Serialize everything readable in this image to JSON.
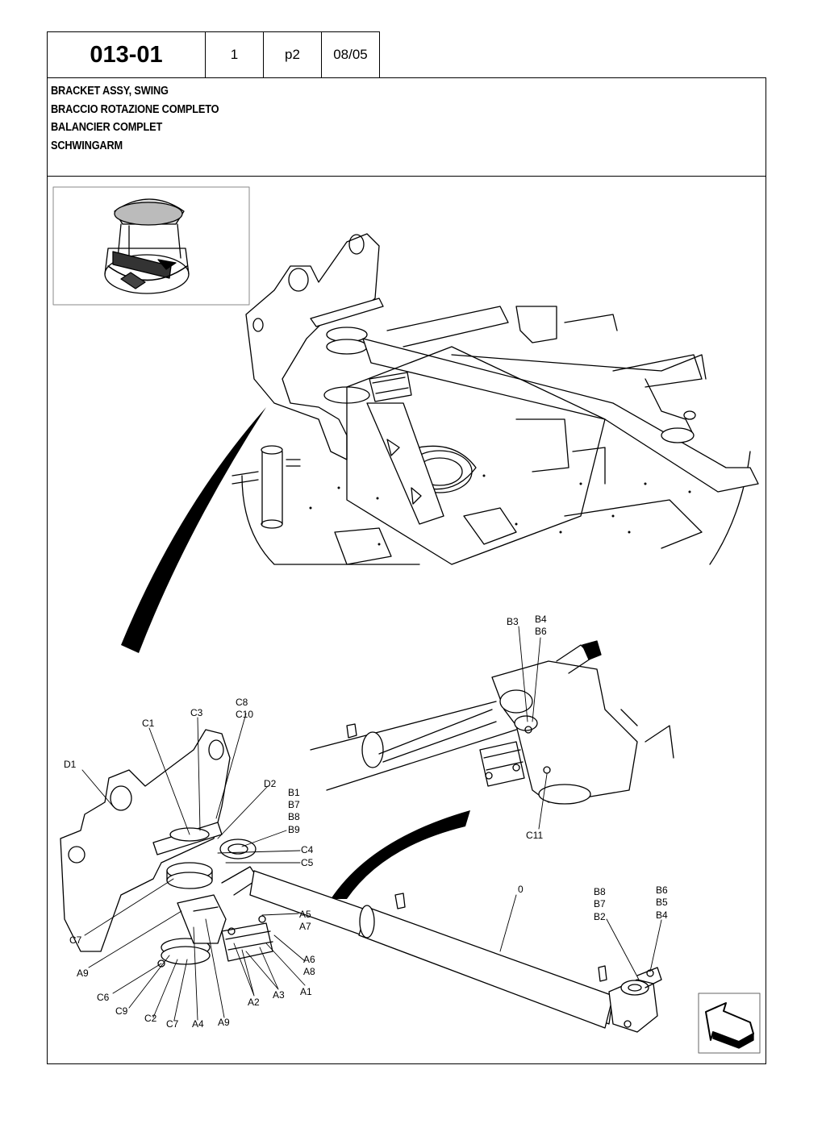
{
  "header": {
    "code": "013-01",
    "sheet": "1",
    "page": "p2",
    "date": "08/05"
  },
  "title": {
    "lines": [
      "BRACKET ASSY, SWING",
      "BRACCIO ROTAZIONE COMPLETO",
      "BALANCIER COMPLET",
      "SCHWINGARM"
    ]
  },
  "callouts": {
    "b3": "B3",
    "b4_b6": [
      "B4",
      "B6"
    ],
    "c8_c10": [
      "C8",
      "C10"
    ],
    "c3": "C3",
    "c1": "C1",
    "d1": "D1",
    "d2": "D2",
    "b1_b9": [
      "B1",
      "B7",
      "B8",
      "B9"
    ],
    "c11": "C11",
    "c4_c5": [
      "C4",
      "C5"
    ],
    "zero": "0",
    "b8_b2": [
      "B8",
      "B7",
      "B2"
    ],
    "b6_b4": [
      "B6",
      "B5",
      "B4"
    ],
    "a5_a7": [
      "A5",
      "A7"
    ],
    "c7_left": "C7",
    "a9_left": "A9",
    "a6_a8": [
      "A6",
      "A8"
    ],
    "c6": "C6",
    "a1": "A1",
    "a3": "A3",
    "c9": "C9",
    "a2": "A2",
    "c2": "C2",
    "c7_bottom": "C7",
    "a4": "A4",
    "a9_bottom": "A9"
  },
  "icons": {
    "thumbnail": "machine-overview-thumbnail",
    "nav": "next-page-arrow-icon"
  }
}
